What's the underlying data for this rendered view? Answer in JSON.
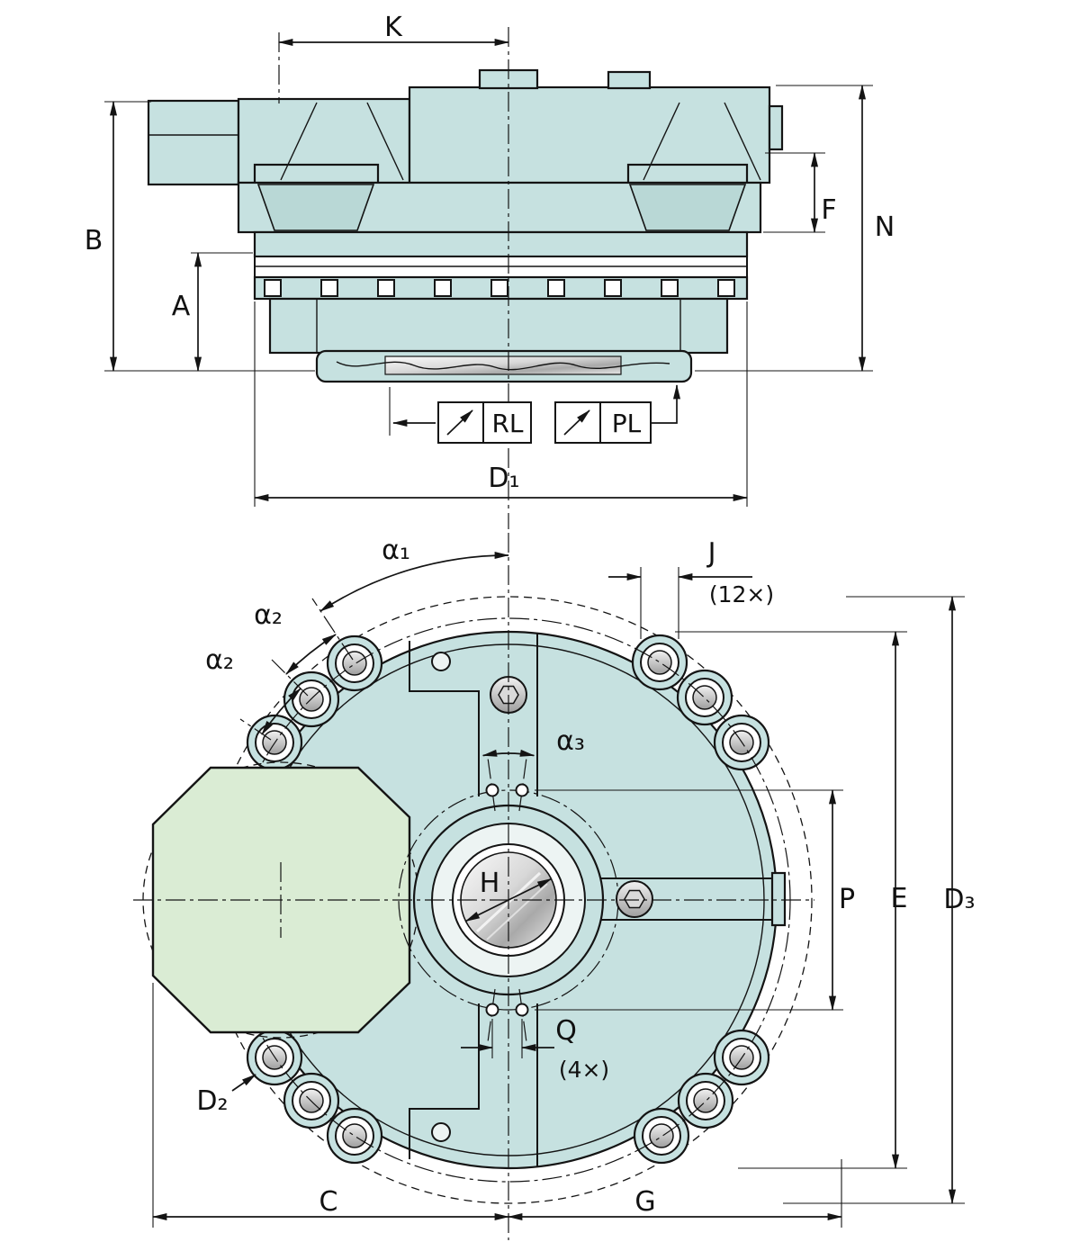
{
  "drawing": {
    "type": "technical-dimension-drawing",
    "views": {
      "side_view": {
        "name": "sectional side view",
        "labels": {
          "K": "K",
          "B": "B",
          "A": "A",
          "F": "F",
          "N": "N",
          "D1": "D₁",
          "RL": "RL",
          "PL": "PL"
        }
      },
      "front_view": {
        "name": "front view",
        "labels": {
          "alpha1": "α₁",
          "alpha2_a": "α₂",
          "alpha2_b": "α₂",
          "alpha3": "α₃",
          "J": "J",
          "J_count": "(12×)",
          "H": "H",
          "P": "P",
          "E": "E",
          "D3": "D₃",
          "Q": "Q",
          "Q_count": "(4×)",
          "D2": "D₂",
          "C": "C",
          "G": "G"
        }
      }
    },
    "colors": {
      "body": "#c6e1e0",
      "body_shade": "#b9d8d6",
      "flange_green": "#daecd4",
      "line": "#141414",
      "metal_light": "#f2f2f2",
      "metal_dark": "#9c9c9c",
      "background": "#ffffff"
    }
  }
}
